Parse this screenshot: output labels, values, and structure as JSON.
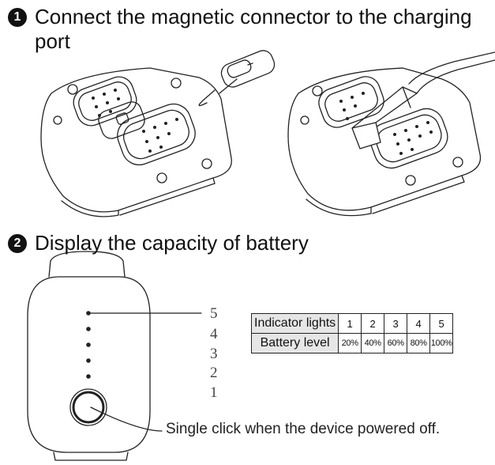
{
  "step1": {
    "number": "1",
    "text": "Connect the magnetic connector to the charging port"
  },
  "step2": {
    "number": "2",
    "text": "Display the capacity of battery"
  },
  "indicator_numbers": [
    "5",
    "4",
    "3",
    "2",
    "1"
  ],
  "battery_table": {
    "row1_header": "Indicator lights",
    "row2_header": "Battery level",
    "lights": [
      "1",
      "2",
      "3",
      "4",
      "5"
    ],
    "levels": [
      "20%",
      "40%",
      "60%",
      "80%",
      "100%"
    ]
  },
  "note": "Single click when the device powered off."
}
